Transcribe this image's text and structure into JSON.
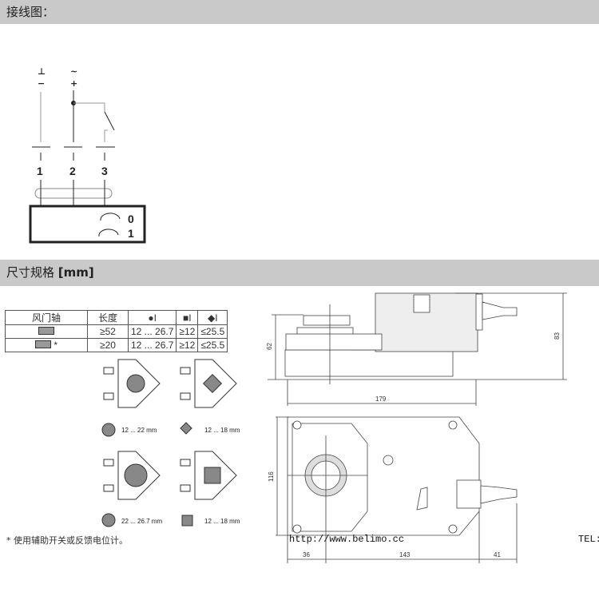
{
  "sections": {
    "wiring_title": "接线图：",
    "dimensions_title": "尺寸规格",
    "dimensions_unit": "[mm]"
  },
  "wiring": {
    "symbols": {
      "ground": "⊥",
      "minus": "−",
      "ac": "~",
      "plus": "+"
    },
    "terminals": [
      "1",
      "2",
      "3"
    ],
    "rotation": {
      "ccw": "0",
      "cw": "1"
    }
  },
  "table": {
    "headers": [
      "风门轴",
      "长度",
      "●I",
      "■I",
      "◆I"
    ],
    "rows": [
      {
        "mark": "",
        "length": "≥52",
        "round": "12 ... 26.7",
        "square": "≥12",
        "diamond": "≤25.5"
      },
      {
        "mark": "*",
        "length": "≥20",
        "round": "12 ... 26.7",
        "square": "≥12",
        "diamond": "≤25.5"
      }
    ]
  },
  "clamps": [
    "12 ... 22 mm",
    "12 ... 18 mm",
    "22 ... 26.7 mm",
    "12 ... 18 mm"
  ],
  "footnote": "* 使用辅助开关或反馈电位计。",
  "dimensions": {
    "height_base": "62",
    "height_total": "83",
    "length": "179",
    "width": "116",
    "d1": "36",
    "d2": "143",
    "d3": "41"
  },
  "footer": {
    "url": "http://www.belimo.cc",
    "tel": "TEL:"
  }
}
